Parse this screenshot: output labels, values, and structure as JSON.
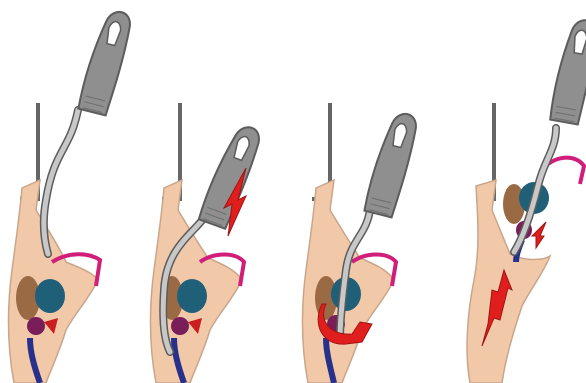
{
  "figure": {
    "panels": [
      {
        "id": "panel-1",
        "arrows": []
      },
      {
        "id": "panel-2",
        "arrows": [
          "down-arrow"
        ]
      },
      {
        "id": "panel-3",
        "arrows": [
          "rotate-arrow"
        ]
      },
      {
        "id": "panel-4",
        "arrows": [
          "up-arrow",
          "small-down-arrow"
        ]
      }
    ],
    "colors": {
      "tissue": "#f2c9a8",
      "tissue_stroke": "#c9a58a",
      "instrument": "#8f8f8f",
      "instrument_dark": "#5c5c5c",
      "shaft": "#c8c8c8",
      "bracket": "#666666",
      "brown_organ": "#9a6a45",
      "teal_organ": "#1f5f78",
      "purple_organ": "#7a1e5a",
      "red_organ": "#c91f1f",
      "navy_tube": "#27308a",
      "magenta_tube": "#d01e7a",
      "arrow_red": "#e01e1e"
    }
  }
}
